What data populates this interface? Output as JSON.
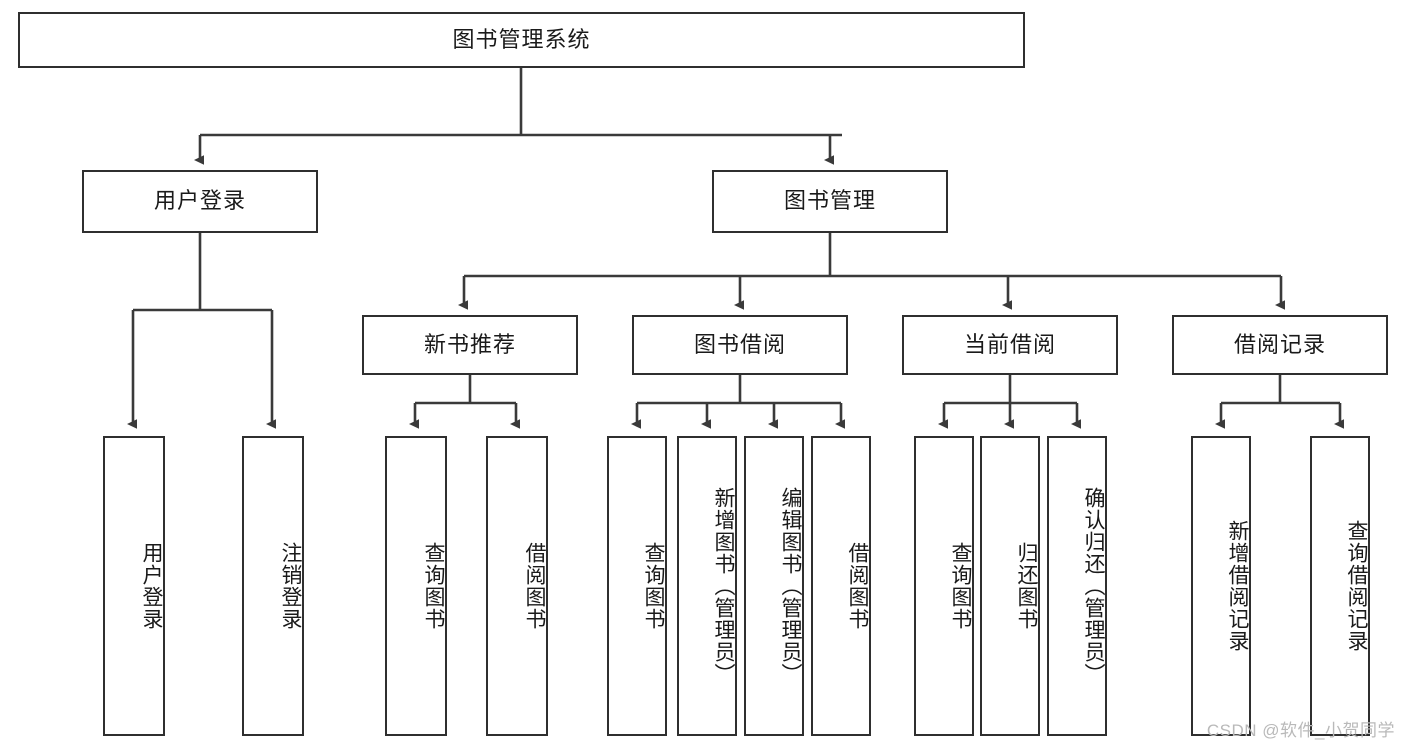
{
  "diagram": {
    "title": "图书管理系统",
    "watermark": "CSDN @软件_小贺同学",
    "colors": {
      "box_border": "#2f2f2f",
      "box_fill": "#ffffff",
      "connector": "#3a3a3a",
      "text": "#1a1a1a",
      "watermark": "#b9b9b9"
    },
    "root": {
      "id": "root",
      "label": "图书管理系统"
    },
    "level2": [
      {
        "id": "user-login",
        "label": "用户登录"
      },
      {
        "id": "book-manage",
        "label": "图书管理"
      }
    ],
    "level3": [
      {
        "id": "new-book-recommend",
        "label": "新书推荐"
      },
      {
        "id": "book-borrow",
        "label": "图书借阅"
      },
      {
        "id": "current-borrow",
        "label": "当前借阅"
      },
      {
        "id": "borrow-record",
        "label": "借阅记录"
      }
    ],
    "leaves": {
      "user_login": [
        {
          "id": "leaf-user-login",
          "label": "用户登录"
        },
        {
          "id": "leaf-logout-login",
          "label": "注销登录"
        }
      ],
      "new_book_recommend": [
        {
          "id": "leaf-query-book-1",
          "label": "查询图书"
        },
        {
          "id": "leaf-borrow-book-1",
          "label": "借阅图书"
        }
      ],
      "book_borrow": [
        {
          "id": "leaf-query-book-2",
          "label": "查询图书"
        },
        {
          "id": "leaf-add-book",
          "label": "新增图书（管理员）"
        },
        {
          "id": "leaf-edit-book",
          "label": "编辑图书（管理员）"
        },
        {
          "id": "leaf-borrow-book-2",
          "label": "借阅图书"
        }
      ],
      "current_borrow": [
        {
          "id": "leaf-query-book-3",
          "label": "查询图书"
        },
        {
          "id": "leaf-return-book",
          "label": "归还图书"
        },
        {
          "id": "leaf-confirm-return",
          "label": "确认归还（管理员）"
        }
      ],
      "borrow_record": [
        {
          "id": "leaf-add-record",
          "label": "新增借阅记录"
        },
        {
          "id": "leaf-query-record",
          "label": "查询借阅记录"
        }
      ]
    }
  }
}
